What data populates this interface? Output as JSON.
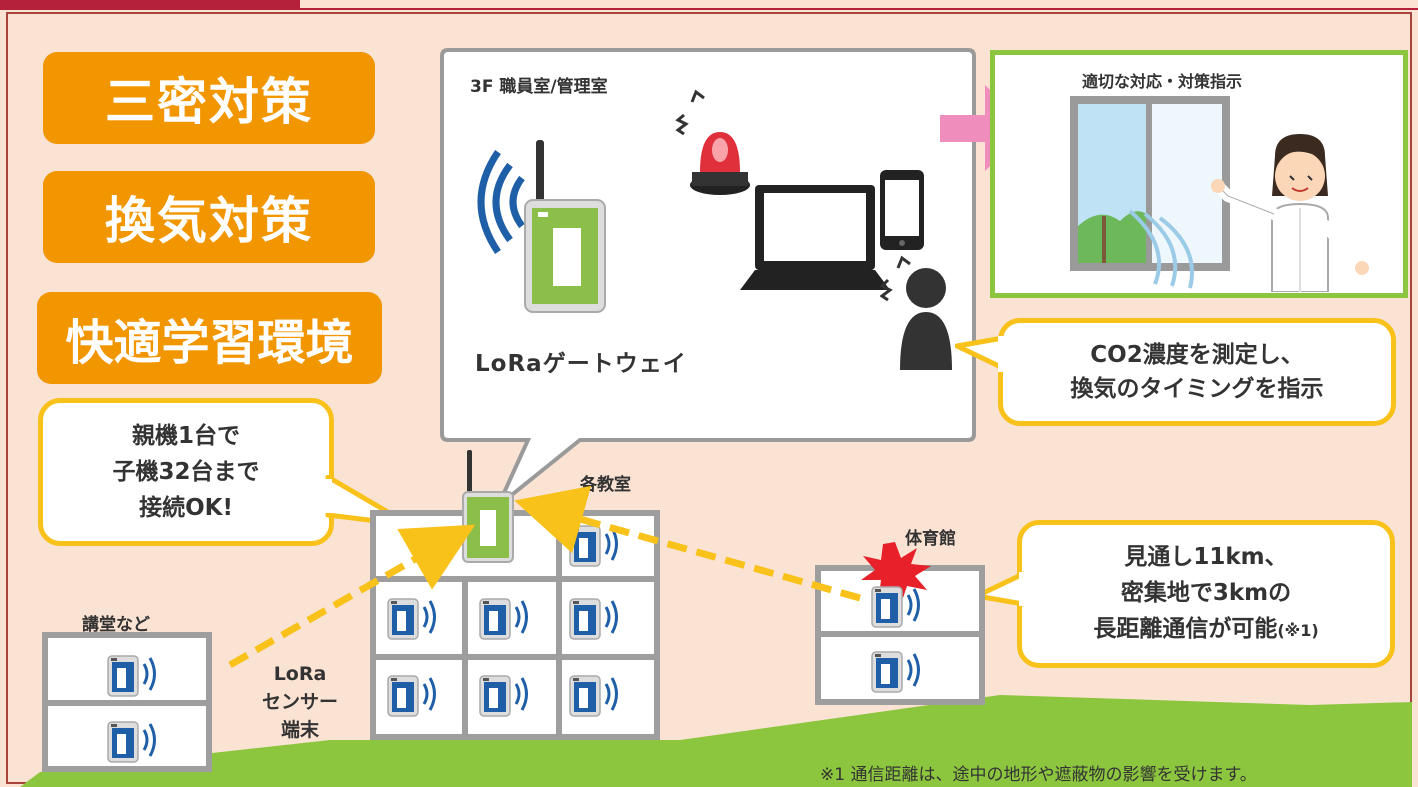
{
  "labels": {
    "mitsu": "三密対策",
    "kanki": "換気対策",
    "kaiteki": "快適学習環境"
  },
  "office_room": {
    "title": "3F 職員室/管理室",
    "gateway_label": "LoRaゲートウェイ"
  },
  "instruction_panel": {
    "title": "適切な対応・対策指示"
  },
  "bubbles": {
    "co2_line1": "CO2濃度を測定し、",
    "co2_line2": "換気のタイミングを指示",
    "parent_line1": "親機1台で",
    "parent_line2": "子機32台まで",
    "parent_line3": "接続OK!",
    "range_line1": "見通し11km、",
    "range_line2": "密集地で3kmの",
    "range_line3": "長距離通信が可能",
    "range_note": "(※1)"
  },
  "buildings": {
    "classrooms": "各教室",
    "gym": "体育館",
    "auditorium": "講堂など"
  },
  "sensor_label": {
    "line1": "LoRa",
    "line2": "センサー",
    "line3": "端末"
  },
  "footnote": "※1 通信距離は、途中の地形や遮蔽物の影響を受けます。",
  "colors": {
    "orange": "#f29600",
    "yellow_border": "#f8c21b",
    "green_ground": "#8cc63f",
    "pink_arrow": "#ef8dbd",
    "background": "#fbe3d4"
  }
}
